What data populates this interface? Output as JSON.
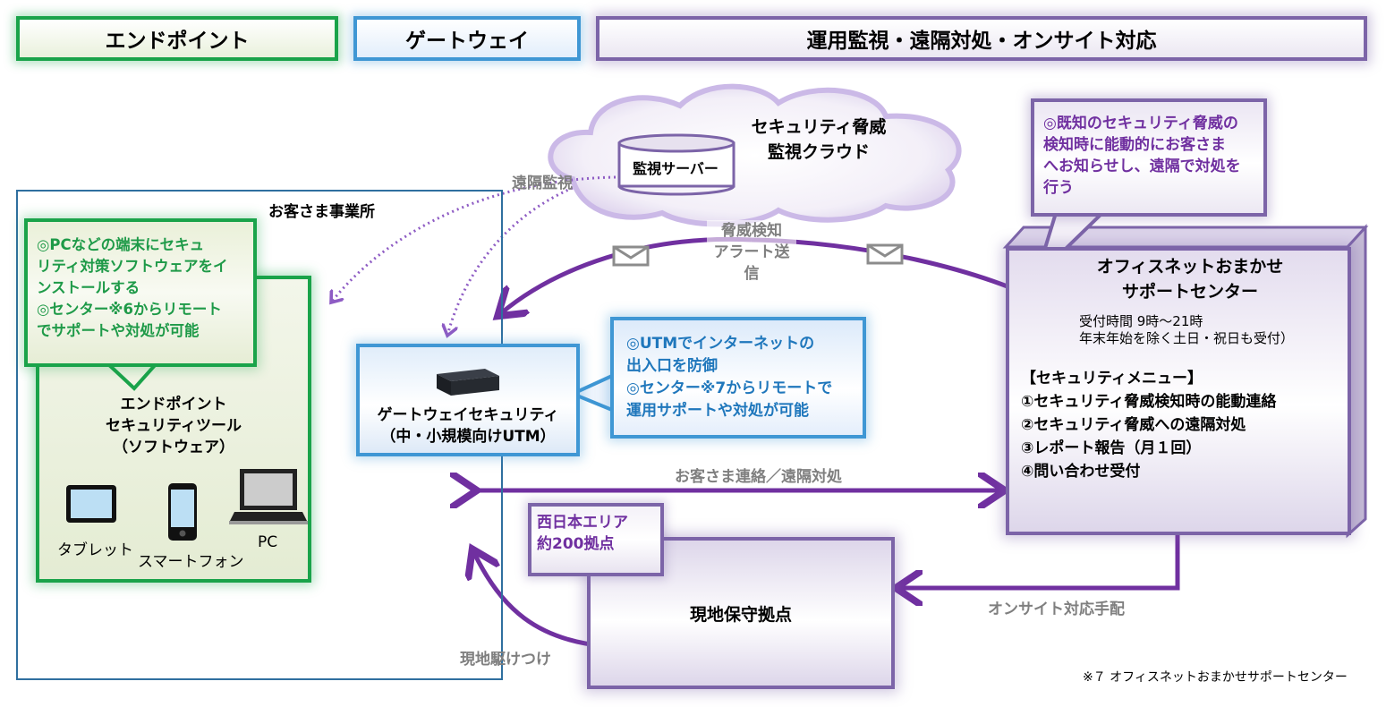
{
  "headers": {
    "endpoint": "エンドポイント",
    "gateway": "ゲートウェイ",
    "operations": "運用監視・遠隔対処・オンサイト対応"
  },
  "colors": {
    "green": "#1aa34a",
    "blue": "#3f97d4",
    "purple": "#7c64a8",
    "arrow_purple": "#7030a0",
    "label_grey": "#7f7f7f"
  },
  "office": {
    "title": "お客さま事業所"
  },
  "endpoint_callout": {
    "lines": [
      "◎PCなどの端末にセキュ",
      "リティ対策ソフトウェアをイ",
      "ンストールする",
      "◎センター※6からリモート",
      "でサポートや対処が可能"
    ]
  },
  "endpoint_tool": {
    "lines": [
      "エンドポイント",
      "セキュリティツール",
      "（ソフトウェア）"
    ],
    "devices": [
      {
        "label": "タブレット",
        "icon": "tablet-icon"
      },
      {
        "label": "スマートフォン",
        "icon": "smartphone-icon"
      },
      {
        "label": "PC",
        "icon": "laptop-icon"
      }
    ]
  },
  "gateway": {
    "lines": [
      "ゲートウェイセキュリティ",
      "（中・小規模向けUTM）"
    ],
    "icon": "utm-device-icon"
  },
  "gateway_callout": {
    "lines": [
      "◎UTMでインターネットの",
      "出入口を防御",
      "◎センター※7からリモートで",
      "運用サポートや対処が可能"
    ]
  },
  "cloud": {
    "lines": [
      "セキュリティ脅威",
      "監視クラウド"
    ],
    "server_label": "監視サーバー"
  },
  "flow_labels": {
    "remote_monitoring": "遠隔監視",
    "alert": [
      "脅威検知",
      "アラート送信"
    ],
    "customer_contact": "お客さま連絡／遠隔対処",
    "onsite_arrangement": "オンサイト対応手配",
    "onsite_rush": "現地駆けつけ"
  },
  "support_callout": {
    "lines": [
      "◎既知のセキュリティ脅威の",
      "検知時に能動的にお客さま",
      "へお知らせし、遠隔で対処を",
      "行う"
    ]
  },
  "support_center": {
    "title": [
      "オフィスネットおまかせ",
      "サポートセンター"
    ],
    "hours": [
      "受付時間  9時～21時",
      "年末年始を除く土日・祝日も受付）"
    ],
    "menu_title": "【セキュリティメニュー】",
    "menu": [
      "①セキュリティ脅威検知時の能動連絡",
      "②セキュリティ脅威への遠隔対処",
      "③レポート報告（月１回）",
      "④問い合わせ受付"
    ]
  },
  "local_base": {
    "title": "現地保守拠点",
    "callout": [
      "西日本エリア",
      "約200拠点"
    ]
  },
  "footnote": "※７  オフィスネットおまかせサポートセンター"
}
